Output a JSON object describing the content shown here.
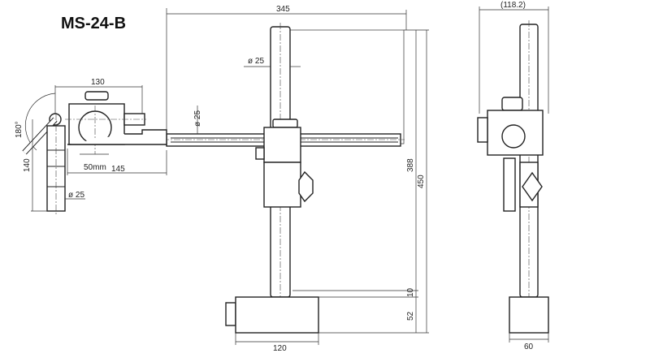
{
  "title": "MS-24-B",
  "front_view": {
    "arm_reach": "345",
    "pole_diameter": "ø 25",
    "arm_diameter": "ø 25",
    "height_to_arm": "388",
    "overall_height": "450",
    "base_gap": "10",
    "base_height": "52",
    "base_width": "120"
  },
  "head_detail": {
    "head_width": "130",
    "rotation": "180°",
    "post_length": "140",
    "travel": "50mm",
    "head_length": "145",
    "post_diameter": "ø 25"
  },
  "side_view": {
    "overall_depth": "(118.2)",
    "base_depth": "60"
  }
}
